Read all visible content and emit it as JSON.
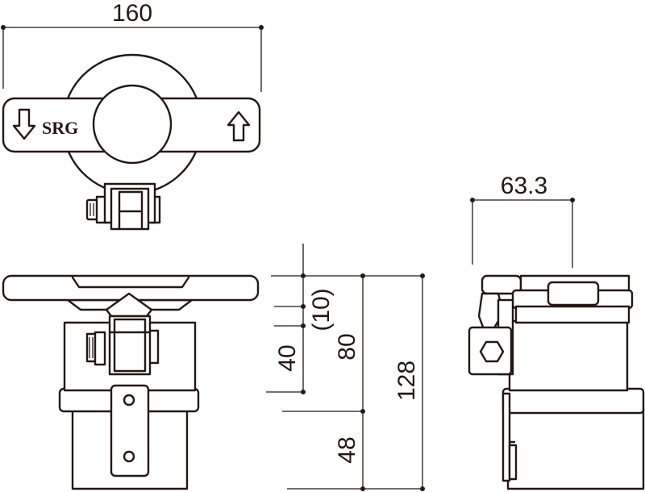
{
  "logo_text": "SRG",
  "dimensions": {
    "top_width": "160",
    "side_width": "63.3",
    "offset": "(10)",
    "h40": "40",
    "h80": "80",
    "h48": "48",
    "h128": "128"
  },
  "colors": {
    "line": "#231815",
    "background": "#ffffff"
  }
}
